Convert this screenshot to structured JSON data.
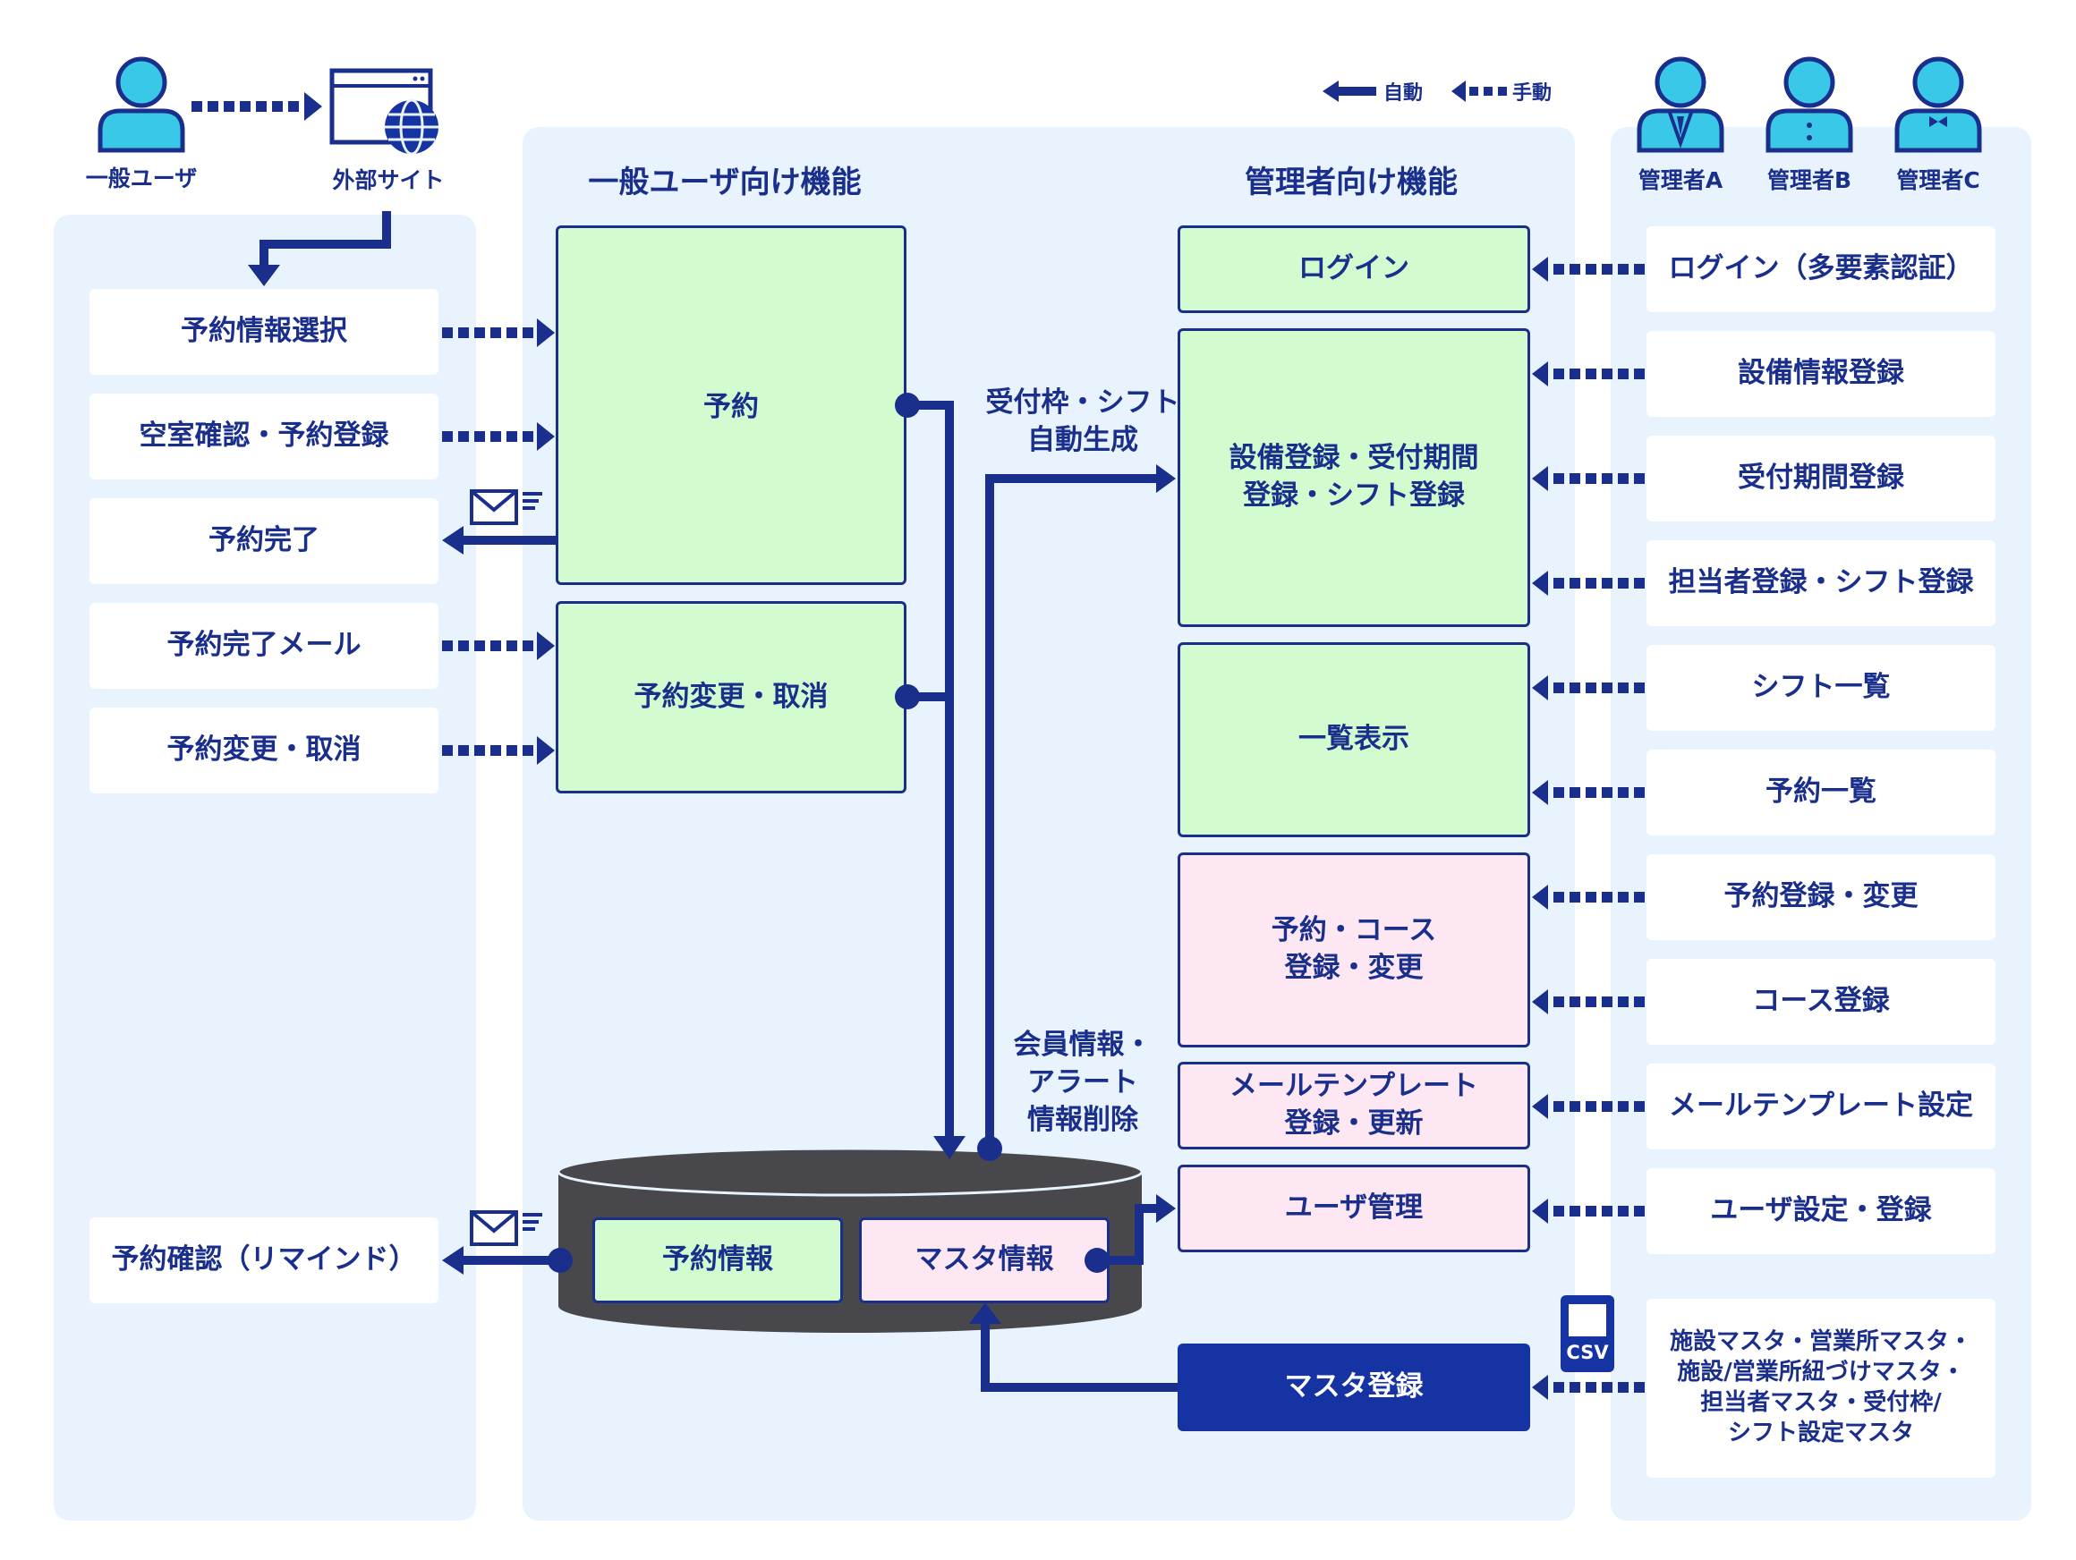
{
  "legend": {
    "auto": "自動",
    "manual": "手動"
  },
  "actors": {
    "general_user": "一般ユーザ",
    "external_site": "外部サイト",
    "admin_a": "管理者A",
    "admin_b": "管理者B",
    "admin_c": "管理者C"
  },
  "sections": {
    "user_functions": "一般ユーザ向け機能",
    "admin_functions": "管理者向け機能"
  },
  "user_steps": [
    "予約情報選択",
    "空室確認・予約登録",
    "予約完了",
    "予約完了メール",
    "予約変更・取消",
    "予約確認（リマインド）"
  ],
  "user_functions": {
    "reservation": "予約",
    "change_cancel": "予約変更・取消"
  },
  "flow_labels": {
    "auto_generate": "受付枠・シフト\n自動生成",
    "delete": "会員情報・\nアラート\n情報削除"
  },
  "database": {
    "reservation_info": "予約情報",
    "master_info": "マスタ情報"
  },
  "admin_functions": {
    "login": "ログイン",
    "facility": "設備登録・受付期間\n登録・シフト登録",
    "list": "一覧表示",
    "course": "予約・コース\n登録・変更",
    "mail_template": "メールテンプレート\n登録・更新",
    "user_mgmt": "ユーザ管理",
    "master_reg": "マスタ登録"
  },
  "admin_actions": [
    "ログイン（多要素認証）",
    "設備情報登録",
    "受付期間登録",
    "担当者登録・シフト登録",
    "シフト一覧",
    "予約一覧",
    "予約登録・変更",
    "コース登録",
    "メールテンプレート設定",
    "ユーザ設定・登録",
    "施設マスタ・営業所マスタ・\n施設/営業所紐づけマスタ・\n担当者マスタ・受付枠/\nシフト設定マスタ"
  ],
  "csv_label": "CSV",
  "colors": {
    "navy": "#1a2f8c",
    "green": "#d2fbcf",
    "pink": "#fde7f2",
    "panel": "#e8f3fd",
    "person": "#39c8e8",
    "db": "#48484c"
  }
}
